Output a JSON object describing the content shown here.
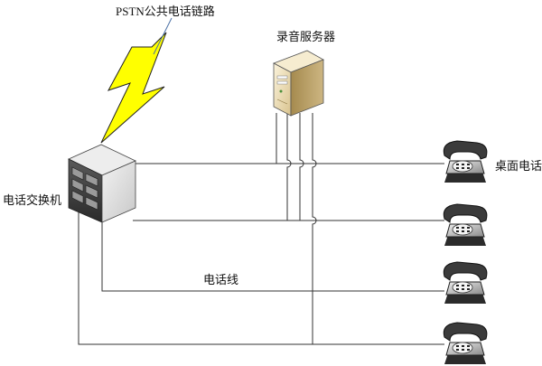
{
  "labels": {
    "pstn_link": "PSTN公共电话链路",
    "recording_server": "录音服务器",
    "pbx": "电话交换机",
    "desk_phone": "桌面电话",
    "phone_line": "电话线"
  },
  "icons": {
    "lightning": "lightning-icon",
    "server": "server-icon",
    "pbx": "pbx-icon",
    "phone": "telephone-icon"
  },
  "colors": {
    "lightning_fill": "#ffff00",
    "line": "#333333",
    "pbx_dark": "#3a3a3a",
    "pbx_mid": "#6e6e6e",
    "pbx_light": "#d8d8d8",
    "server_body": "#f3e6c4",
    "server_side": "#b89f62"
  }
}
